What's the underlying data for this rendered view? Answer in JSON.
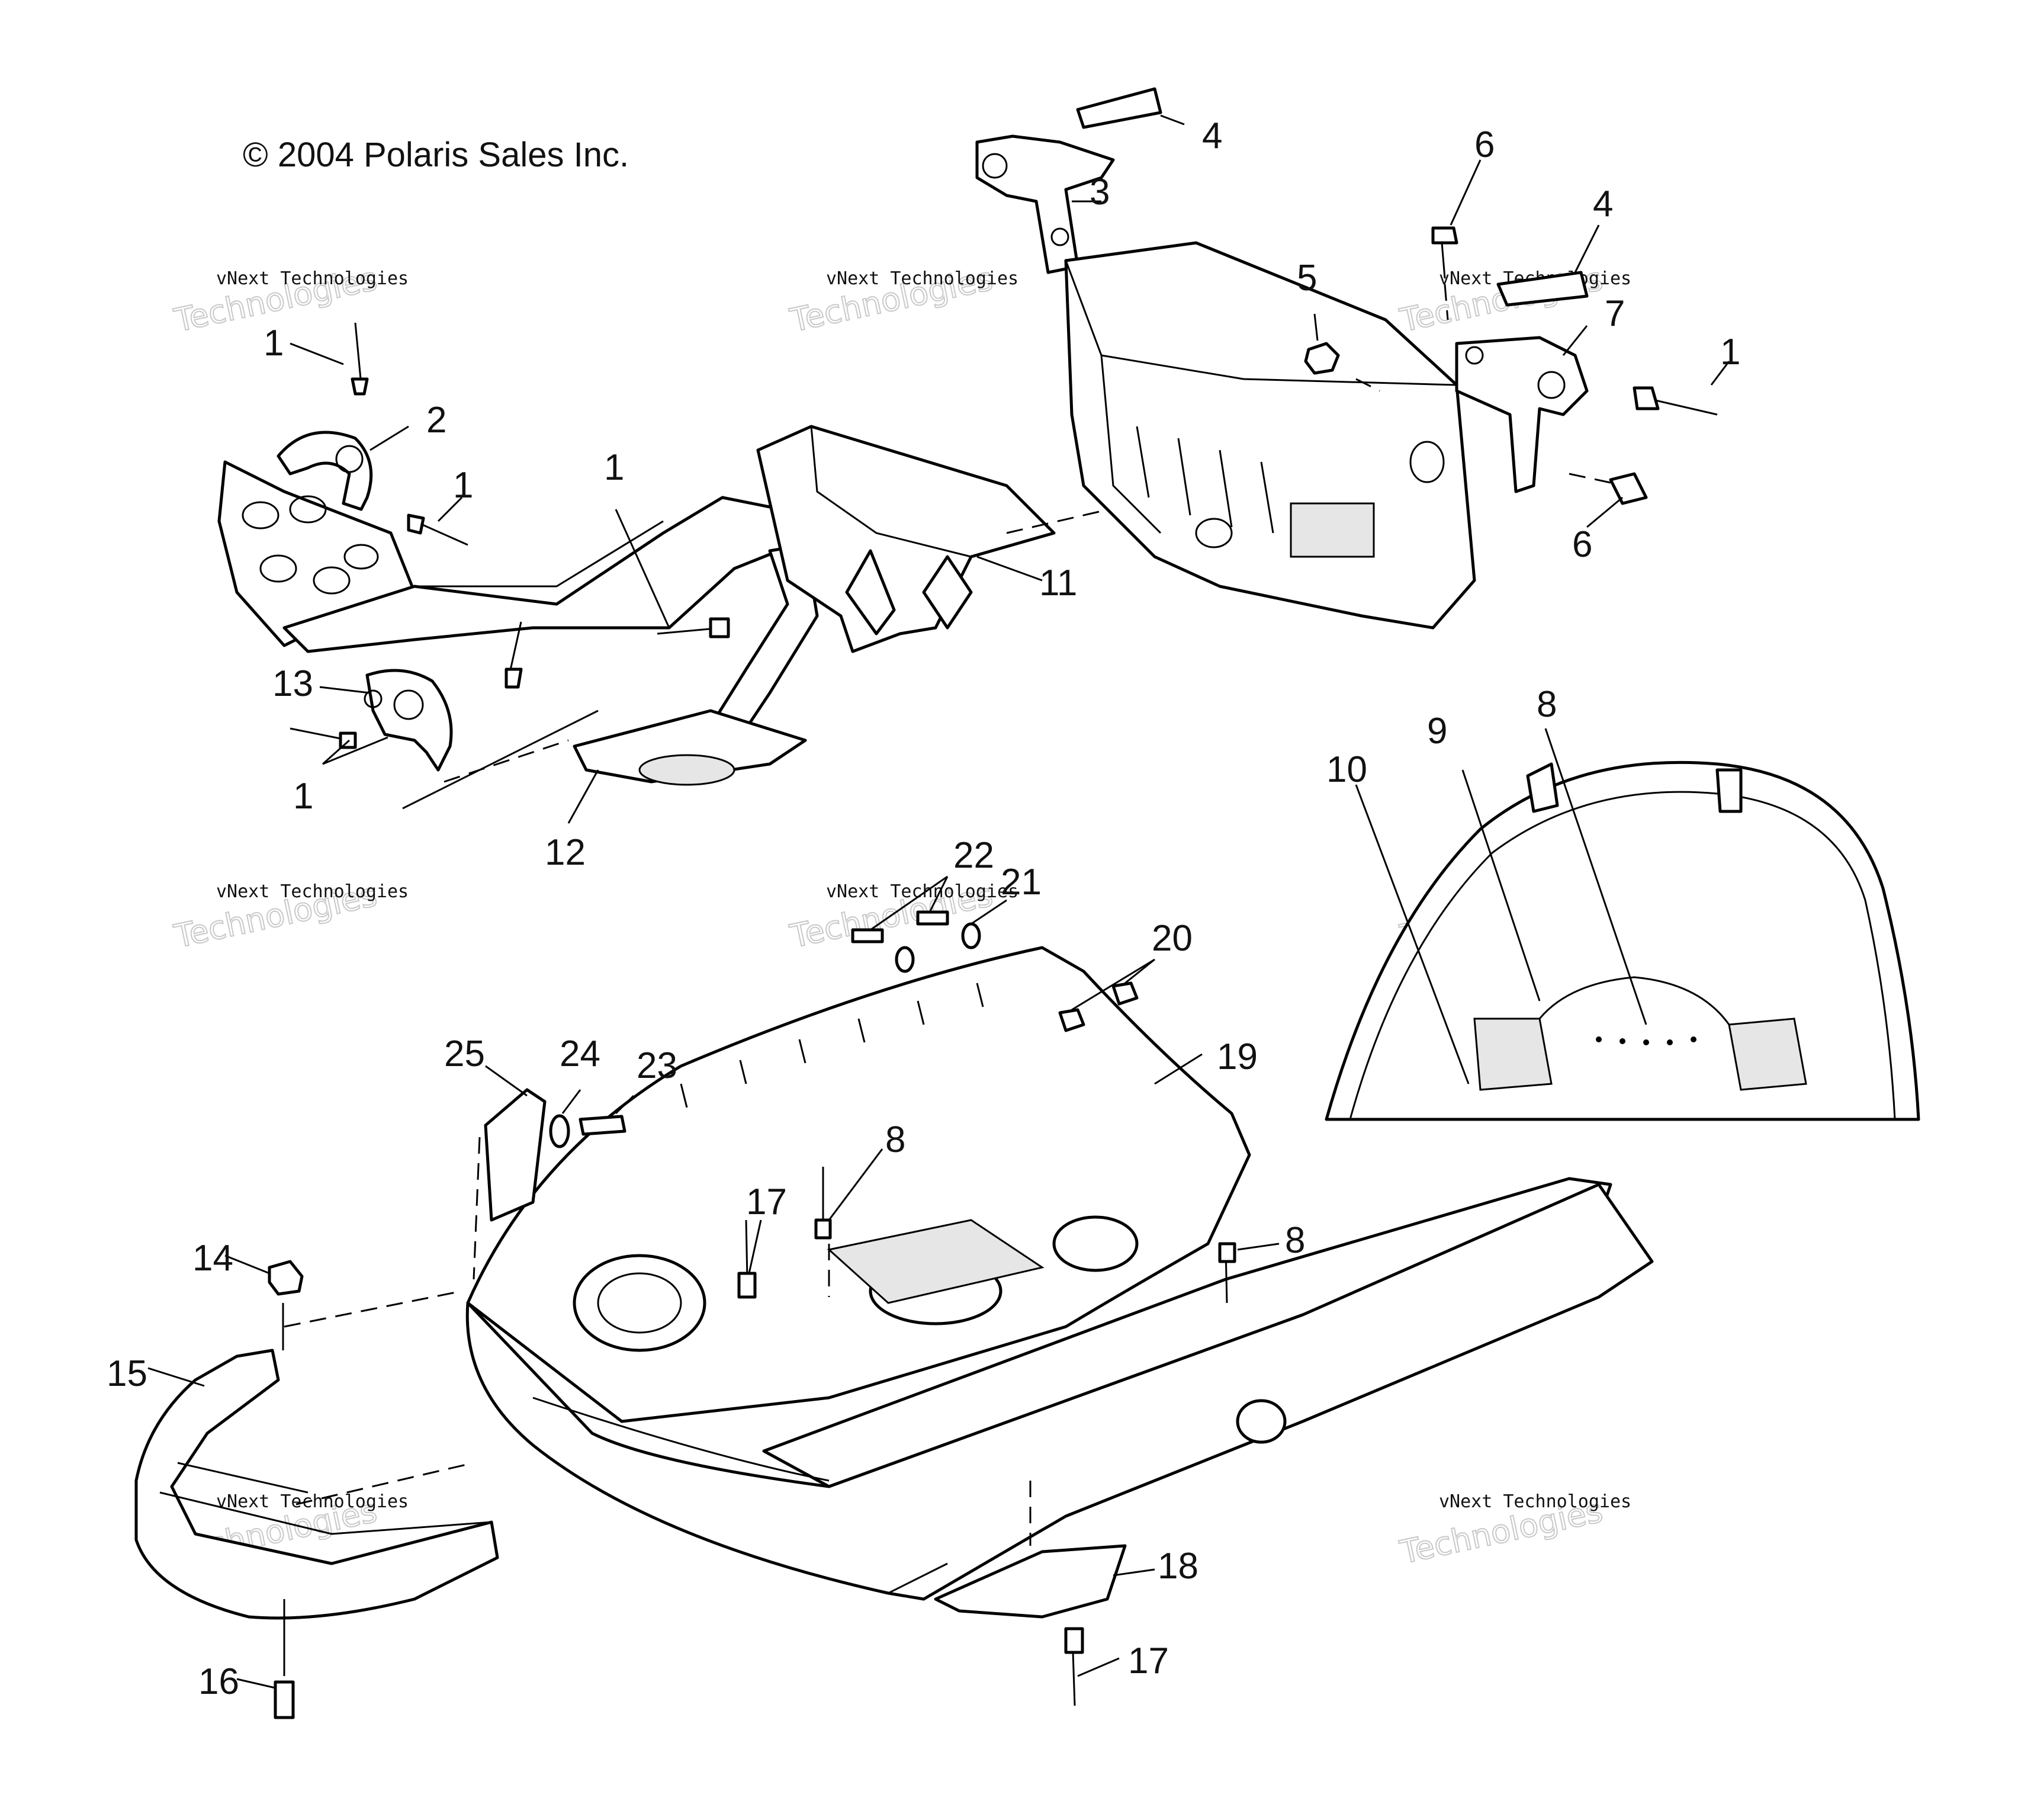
{
  "copyright": "© 2004 Polaris Sales Inc.",
  "watermark": {
    "small": "vNext Technologies",
    "big": "Technologies",
    "brand": "vNext"
  },
  "callouts": [
    "1",
    "2",
    "3",
    "4",
    "5",
    "6",
    "7",
    "8",
    "9",
    "10",
    "11",
    "12",
    "13",
    "14",
    "15",
    "16",
    "17",
    "18",
    "19",
    "20",
    "21",
    "22",
    "23",
    "24",
    "25"
  ]
}
